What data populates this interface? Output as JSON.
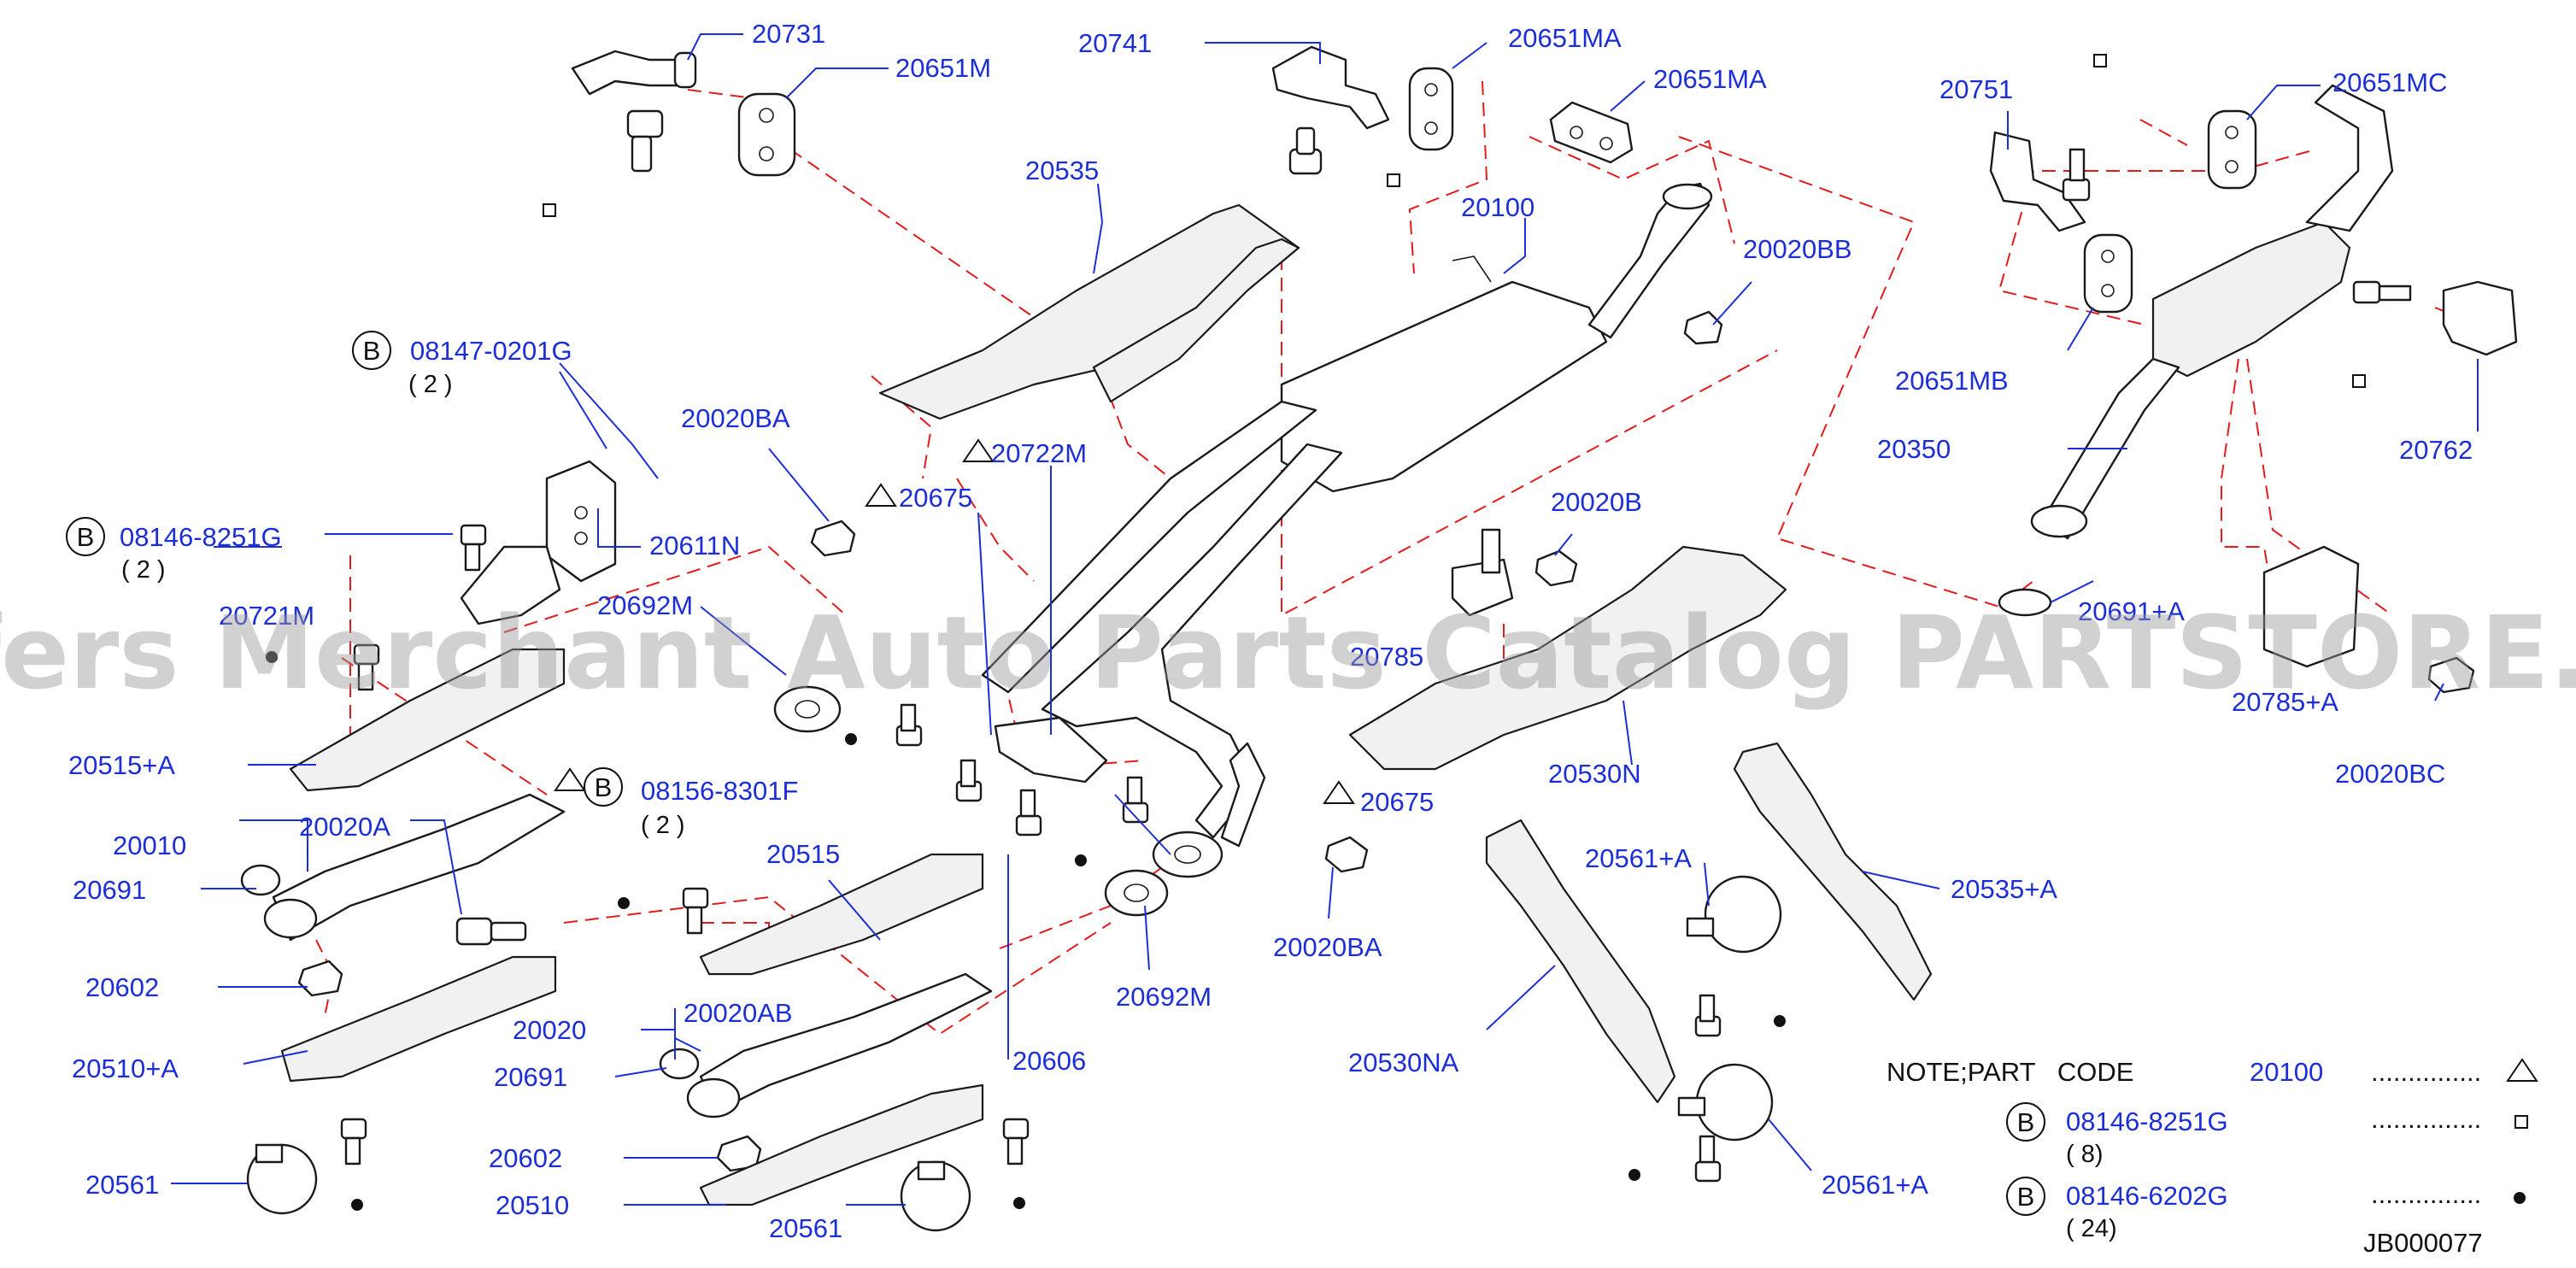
{
  "labels": {
    "p20731": "20731",
    "p20651M": "20651M",
    "p20741": "20741",
    "p20651MA_1": "20651MA",
    "p20651MA_2": "20651MA",
    "p20751": "20751",
    "p20651MC": "20651MC",
    "p20535": "20535",
    "p20100": "20100",
    "p20020BB": "20020BB",
    "p20651MB": "20651MB",
    "p20350": "20350",
    "p20762": "20762",
    "p08147": "08147-0201G",
    "p20020BA_1": "20020BA",
    "p20722M": "20722M",
    "p20675_1": "20675",
    "p08146_left": "08146-8251G",
    "p20611N": "20611N",
    "p20692M_1": "20692M",
    "p20721M": "20721M",
    "p20785": "20785",
    "p20020B": "20020B",
    "p20691A_r": "20691+A",
    "p20785A": "20785+A",
    "p20020BC": "20020BC",
    "p20515A": "20515+A",
    "p20010": "20010",
    "p20020A": "20020A",
    "p08156": "08156-8301F",
    "p20691_1": "20691",
    "p20675_2": "20675",
    "p20530N": "20530N",
    "p20561A_1": "20561+A",
    "p20535A": "20535+A",
    "p20515": "20515",
    "p20020BA_2": "20020BA",
    "p20602_1": "20602",
    "p20510A": "20510+A",
    "p20020": "20020",
    "p20020AB": "20020AB",
    "p20606": "20606",
    "p20692M_2": "20692M",
    "p20530NA": "20530NA",
    "p20691_2": "20691",
    "p20602_2": "20602",
    "p20561_1": "20561",
    "p20510": "20510",
    "p20561_2": "20561",
    "p20561A_2": "20561+A"
  },
  "quantities": {
    "q08147": "( 2 )",
    "q08146_left": "( 2 )",
    "q08156": "( 2 )"
  },
  "circle_marks": {
    "b1": "B",
    "b2": "B",
    "b3": "B",
    "b4": "B",
    "b5": "B"
  },
  "note": {
    "heading": "NOTE;PART   CODE",
    "row1_part": "20100",
    "row1_dots": "...............",
    "row2_part": "08146-8251G",
    "row2_qty": "( 8)",
    "row2_dots": "...............",
    "row3_part": "08146-6202G",
    "row3_qty": "( 24)",
    "row3_dots": "...............",
    "diagram_code": "JB000077"
  },
  "watermark": "Offers Merchant Auto Parts Catalog PARTSTORE.SA",
  "colors": {
    "label": "#1c2fd6",
    "leader": "#1c2fd6",
    "dashed_link": "#e21b1b",
    "outline": "#1a1a1a",
    "watermark": "#9a9a9a"
  }
}
